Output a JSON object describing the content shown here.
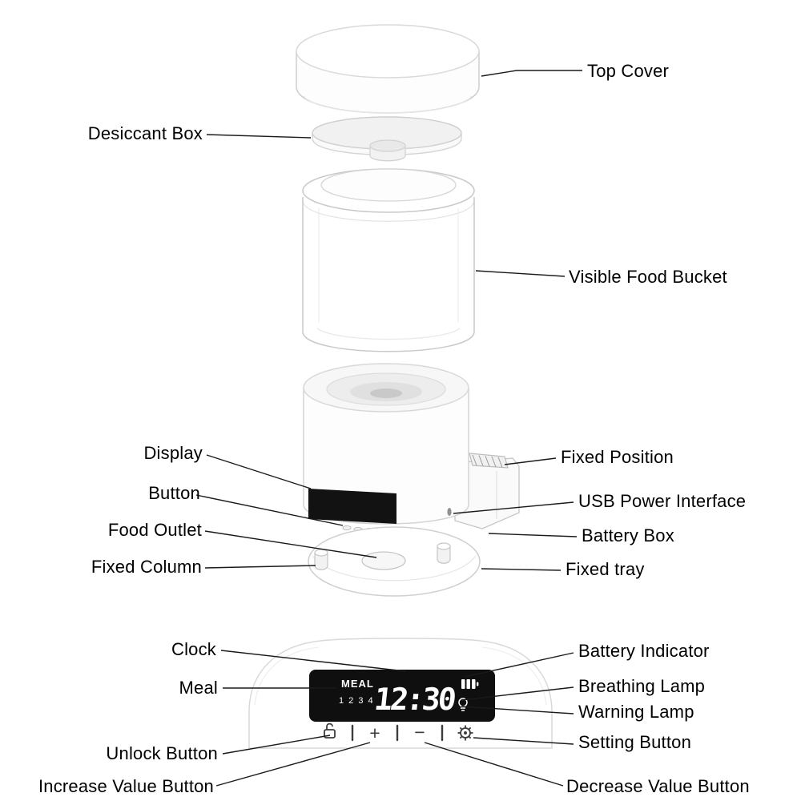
{
  "callouts": {
    "top_cover": "Top Cover",
    "desiccant_box": "Desiccant Box",
    "visible_food_bucket": "Visible Food Bucket",
    "display": "Display",
    "button": "Button",
    "food_outlet": "Food Outlet",
    "fixed_column": "Fixed Column",
    "fixed_position": "Fixed Position",
    "usb_power_interface": "USB Power Interface",
    "battery_box": "Battery Box",
    "fixed_tray": "Fixed tray",
    "clock": "Clock",
    "battery_indicator": "Battery Indicator",
    "meal": "Meal",
    "breathing_lamp": "Breathing Lamp",
    "warning_lamp": "Warning Lamp",
    "unlock_button": "Unlock Button",
    "setting_button": "Setting Button",
    "increase_value_button": "Increase Value Button",
    "decrease_value_button": "Decrease Value Button"
  },
  "panel": {
    "meal_label": "MEAL",
    "meal_numbers": "1 2 3 4",
    "time": "12:30",
    "plus": "+",
    "minus": "−"
  },
  "colors": {
    "leader_line": "#1a1a1a",
    "screen_bg": "#0f0f0f",
    "screen_text": "#ffffff",
    "device_stroke": "#cfcfcf"
  }
}
